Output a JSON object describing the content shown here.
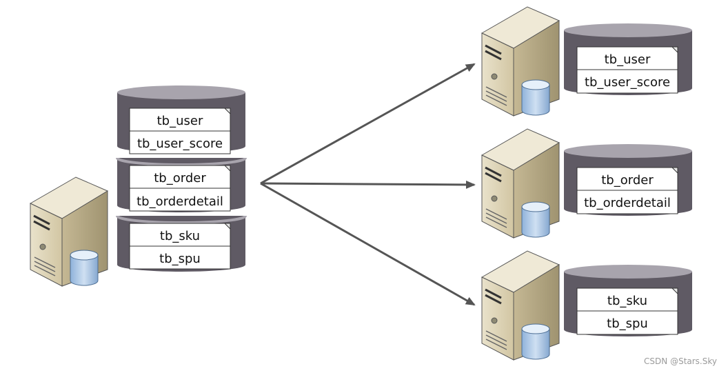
{
  "source": {
    "segments": [
      {
        "tables": [
          "tb_user",
          "tb_user_score"
        ]
      },
      {
        "tables": [
          "tb_order",
          "tb_orderdetail"
        ]
      },
      {
        "tables": [
          "tb_sku",
          "tb_spu"
        ]
      }
    ]
  },
  "targets": [
    {
      "tables": [
        "tb_user",
        "tb_user_score"
      ]
    },
    {
      "tables": [
        "tb_order",
        "tb_orderdetail"
      ]
    },
    {
      "tables": [
        "tb_sku",
        "tb_spu"
      ]
    }
  ],
  "watermark": "CSDN @Stars.Sky",
  "colors": {
    "cylinder_body": "#5f5a64",
    "cylinder_top": "#a8a4ad",
    "arrow": "#555555",
    "server_front": "#ddd3b6",
    "server_side": "#b8ab86",
    "db_icon": "#a9c6e6"
  }
}
